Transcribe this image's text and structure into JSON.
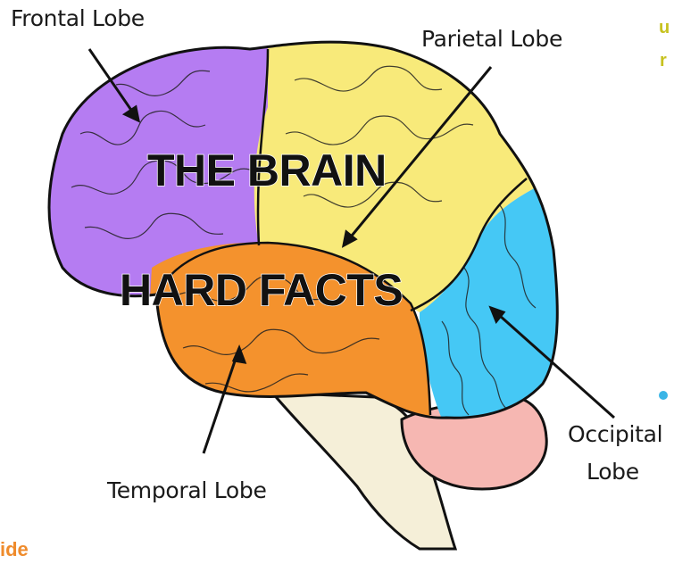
{
  "title": {
    "line1": "THE BRAIN",
    "line2": "HARD FACTS"
  },
  "labels": {
    "frontal": "Frontal Lobe",
    "parietal": "Parietal Lobe",
    "temporal": "Temporal Lobe",
    "occipital_line1": "Occipital",
    "occipital_line2": "Lobe"
  },
  "edge_fragments": {
    "top_right_1": "u",
    "top_right_2": "r",
    "bottom_left": "ide"
  },
  "colors": {
    "frontal": "#b57cf2",
    "parietal": "#f8ea7a",
    "occipital": "#45c8f5",
    "temporal": "#f4922d",
    "cerebellum": "#f6b7b2",
    "brainstem": "#f5efd8",
    "edge_text_yellow": "#c7c21f",
    "edge_text_orange": "#ef8b2c",
    "bullet_blue": "#3ab5e6"
  }
}
